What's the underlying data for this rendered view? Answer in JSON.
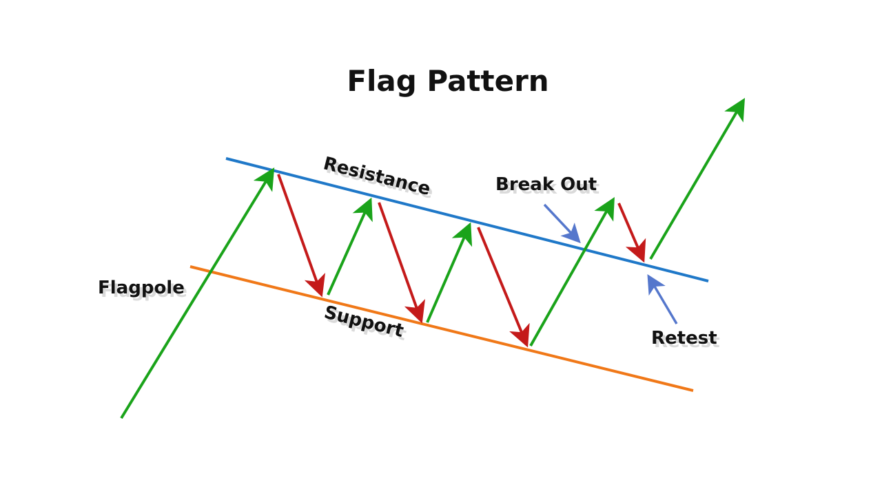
{
  "title": "Flag Pattern",
  "labels": {
    "resistance": "Resistance",
    "support": "Support",
    "flagpole": "Flagpole",
    "break_out": "Break Out",
    "retest": "Retest"
  },
  "colors": {
    "resistance_line": "#1f78c8",
    "support_line": "#f07818",
    "up_arrow": "#1aa31a",
    "down_arrow": "#c41a1a",
    "pointer_arrow": "#5577cc",
    "text": "#111111"
  }
}
